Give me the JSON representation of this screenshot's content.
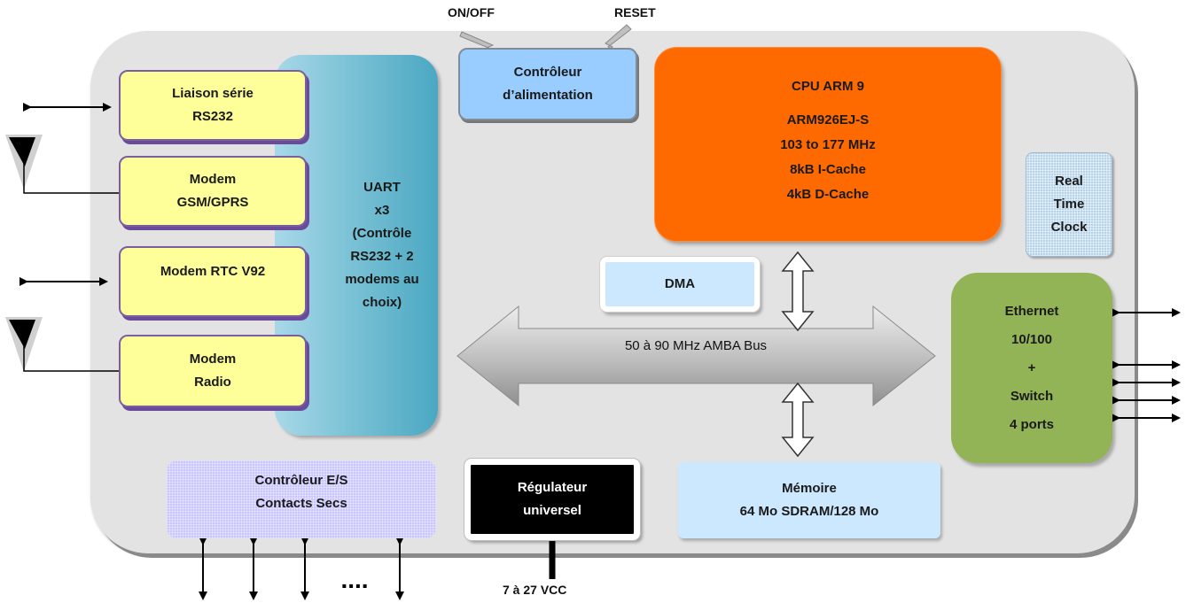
{
  "top_labels": {
    "on_off": "ON/OFF",
    "reset": "RESET"
  },
  "power_controller": {
    "line1": "Contrôleur",
    "line2": "d’alimentation"
  },
  "serial_link": {
    "line1": "Liaison série",
    "line2": "RS232"
  },
  "modem_gsm": {
    "line1": "Modem",
    "line2": "GSM/GPRS"
  },
  "modem_rtc": {
    "line1": "Modem RTC V92"
  },
  "modem_radio": {
    "line1": "Modem",
    "line2": "Radio"
  },
  "uart": {
    "lines": [
      "UART",
      "x3",
      "(Contrôle",
      "RS232 + 2",
      "modems  au",
      "choix)"
    ]
  },
  "cpu": {
    "title": "CPU ARM 9",
    "lines": [
      "ARM926EJ-S",
      "103 to 177 MHz",
      "8kB I-Cache",
      "4kB D-Cache"
    ]
  },
  "rtc": {
    "lines": [
      "Real",
      "Time",
      "Clock"
    ]
  },
  "dma": {
    "label": "DMA"
  },
  "bus": {
    "label": "50 à 90 MHz AMBA Bus"
  },
  "ethernet": {
    "lines": [
      "Ethernet",
      "10/100",
      "+",
      "Switch",
      "4 ports"
    ]
  },
  "io_controller": {
    "line1": "Contrôleur E/S",
    "line2": "Contacts Secs"
  },
  "regulator": {
    "line1": "Régulateur",
    "line2": "universel"
  },
  "memory": {
    "line1": "Mémoire",
    "line2": "64 Mo SDRAM/128 Mo"
  },
  "supply": {
    "label": "7 à 27 VCC"
  },
  "io_ellipsis": "...."
}
